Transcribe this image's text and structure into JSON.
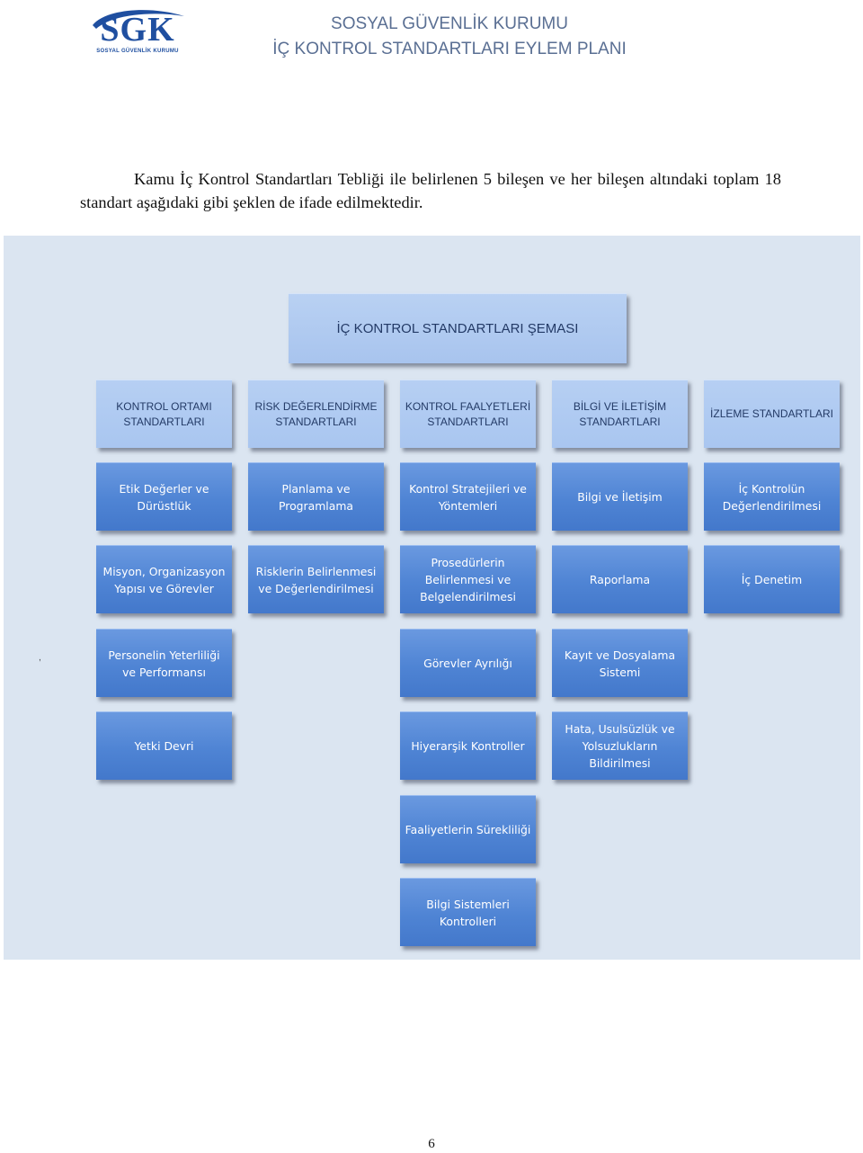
{
  "logo": {
    "text": "SGK",
    "subtitle": "SOSYAL GÜVENLİK KURUMU"
  },
  "header": {
    "line1": "SOSYAL GÜVENLİK KURUMU",
    "line2": "İÇ KONTROL STANDARTLARI EYLEM PLANI"
  },
  "intro": "Kamu İç Kontrol Standartları Tebliği ile belirlenen 5 bileşen ve her bileşen altındaki toplam 18 standart aşağıdaki gibi şeklen de ifade edilmektedir.",
  "diagram": {
    "title": "İÇ KONTROL STANDARTLARI ŞEMASI",
    "components": [
      {
        "header": "KONTROL ORTAMI STANDARTLARI",
        "standards": [
          "Etik Değerler ve Dürüstlük",
          "Misyon, Organizasyon Yapısı ve Görevler",
          "Personelin Yeterliliği ve Performansı",
          "Yetki Devri"
        ]
      },
      {
        "header": "RİSK DEĞERLENDİRME STANDARTLARI",
        "standards": [
          "Planlama ve Programlama",
          "Risklerin Belirlenmesi ve Değerlendirilmesi"
        ]
      },
      {
        "header": "KONTROL FAALYETLERİ STANDARTLARI",
        "standards": [
          "Kontrol Stratejileri ve Yöntemleri",
          "Prosedürlerin Belirlenmesi ve Belgelendirilmesi",
          "Görevler Ayrılığı",
          "Hiyerarşik Kontroller",
          "Faaliyetlerin Sürekliliği",
          "Bilgi Sistemleri Kontrolleri"
        ]
      },
      {
        "header": "BİLGİ VE İLETİŞİM STANDARTLARI",
        "standards": [
          "Bilgi ve İletişim",
          "Raporlama",
          "Kayıt ve Dosyalama Sistemi",
          "Hata, Usulsüzlük ve Yolsuzlukların Bildirilmesi"
        ]
      },
      {
        "header": "İZLEME STANDARTLARI",
        "standards": [
          "İç Kontrolün Değerlendirilmesi",
          "İç Denetim"
        ]
      }
    ]
  },
  "stray_mark": ",",
  "page_number": "6"
}
